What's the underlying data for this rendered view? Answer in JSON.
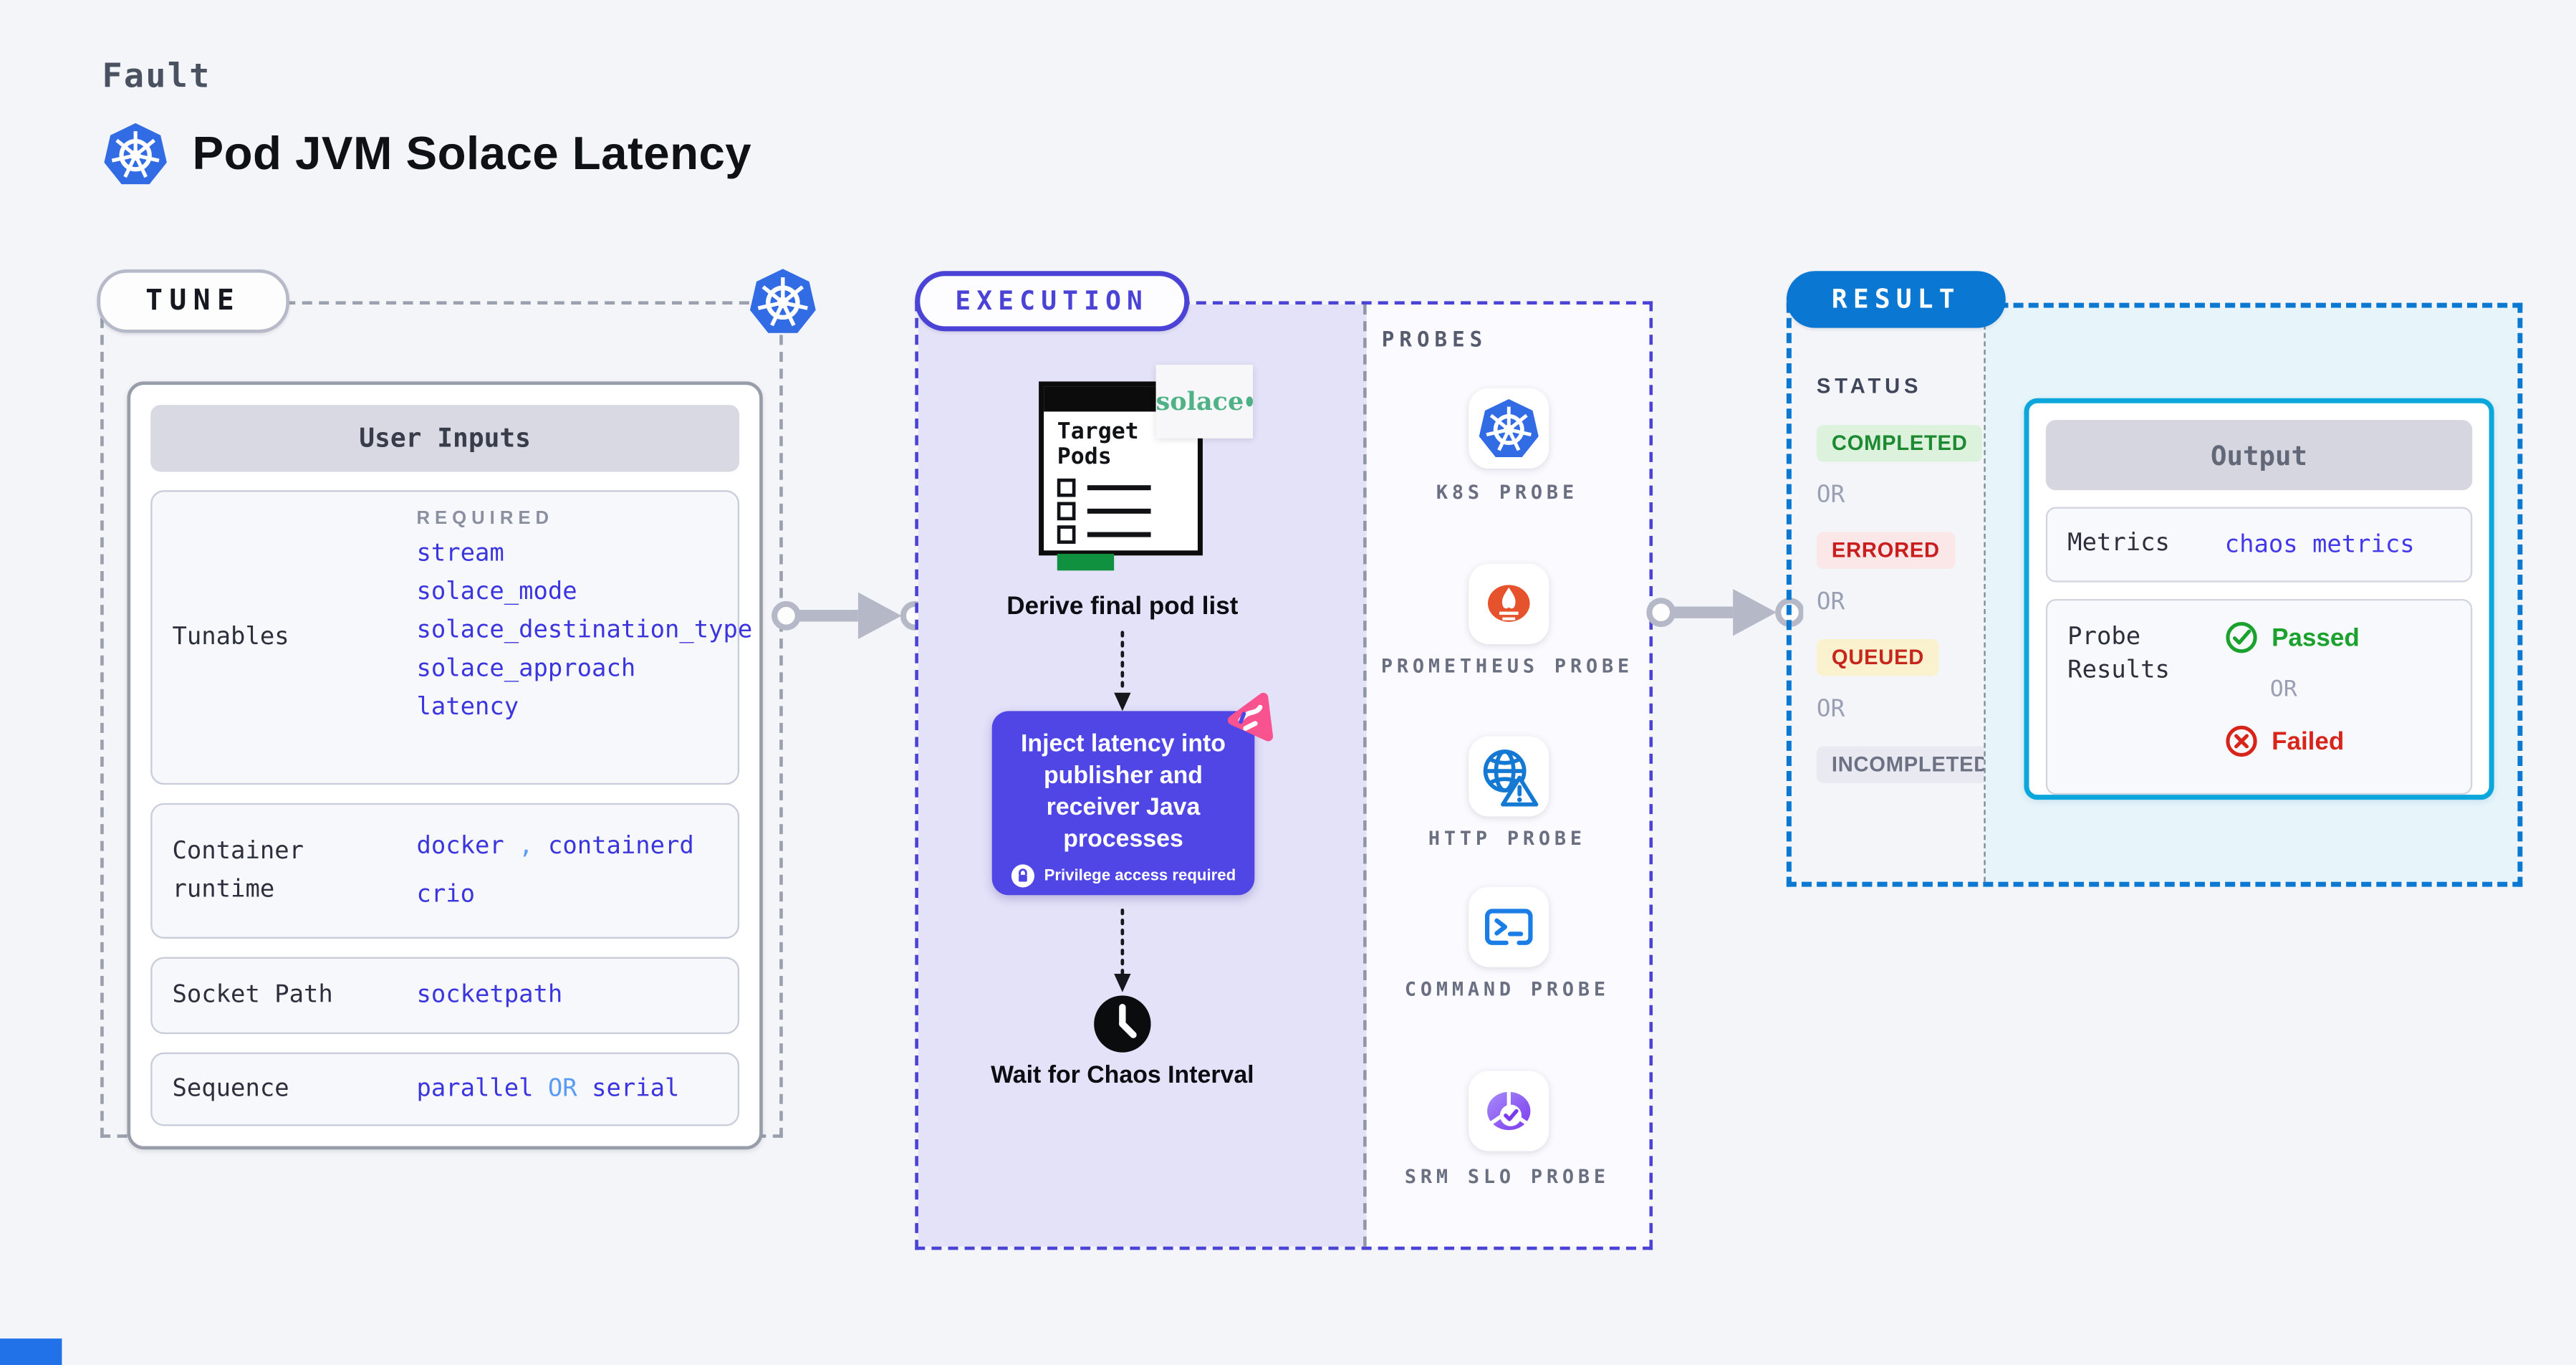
{
  "page": {
    "kicker": "Fault",
    "title": "Pod JVM Solace Latency"
  },
  "common": {
    "or": "OR"
  },
  "tune": {
    "pill": "TUNE",
    "table_title": "User Inputs",
    "tunables_label": "Tunables",
    "required_kicker": "REQUIRED",
    "tunables_values": [
      "stream",
      "solace_mode",
      "solace_destination_type",
      "solace_approach",
      "latency"
    ],
    "container_label": "Container runtime",
    "container_value_1": "docker",
    "container_comma": ",",
    "container_value_2": "containerd",
    "container_value_3": "crio",
    "socket_label": "Socket Path",
    "socket_value": "socketpath",
    "sequence_label": "Sequence",
    "sequence_value_1": "parallel",
    "sequence_value_2": "serial"
  },
  "execution": {
    "pill": "EXECUTION",
    "window_title": "Target Pods",
    "solace_logo": "solace",
    "derive_step": "Derive final pod list",
    "inject_step": "Inject latency into publisher and receiver Java processes",
    "privilege_note": "Privilege access required",
    "wait_step": "Wait for Chaos Interval",
    "probes_kicker": "PROBES",
    "probes": [
      {
        "label": "K8S PROBE",
        "icon": "kubernetes-icon"
      },
      {
        "label": "PROMETHEUS PROBE",
        "icon": "prometheus-icon"
      },
      {
        "label": "HTTP PROBE",
        "icon": "http-globe-warning-icon"
      },
      {
        "label": "COMMAND PROBE",
        "icon": "terminal-icon"
      },
      {
        "label": "SRM SLO PROBE",
        "icon": "slo-pie-check-icon"
      }
    ]
  },
  "result": {
    "pill": "RESULT",
    "status_kicker": "STATUS",
    "statuses": [
      {
        "label": "COMPLETED",
        "color": "#1d8a31"
      },
      {
        "label": "ERRORED",
        "color": "#c81e1e"
      },
      {
        "label": "QUEUED",
        "color": "#c6271c"
      },
      {
        "label": "INCOMPLETED",
        "color": "#6c7284"
      }
    ],
    "output_title": "Output",
    "metrics_label": "Metrics",
    "metrics_value": "chaos metrics",
    "probe_results_label": "Probe Results",
    "passed_label": "Passed",
    "failed_label": "Failed"
  },
  "colors": {
    "page_bg": "#f4f5f9",
    "indigo_accent": "#4b43d6",
    "execution_fill": "#e4e2f9",
    "inject_box": "#4f46e5",
    "result_blue": "#0a78d3",
    "output_border": "#0ba6db",
    "result_fill": "#e7f5fb",
    "value_blue": "#3b35dd",
    "separator_blue": "#5a9bf5",
    "passed_green": "#1aa12e",
    "failed_red": "#d8251c",
    "kubernetes_blue": "#326ce5",
    "prometheus_orange": "#e6522c",
    "solace_green": "#4fb286",
    "chaos_pink": "#f8538f"
  }
}
